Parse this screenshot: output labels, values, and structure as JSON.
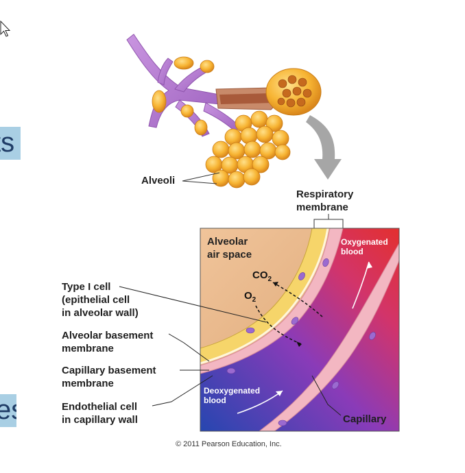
{
  "slide_fragments": {
    "top": "ts",
    "bottom": "es"
  },
  "labels": {
    "alveoli": "Alveoli",
    "respiratory_membrane": "Respiratory\nmembrane",
    "alveolar_air_space": "Alveolar\nair space",
    "oxygenated_blood": "Oxygenated\nblood",
    "deoxygenated_blood": "Deoxygenated\nblood",
    "co2": "CO",
    "co2_sub": "2",
    "o2": "O",
    "o2_sub": "2",
    "type1_cell": "Type I cell\n(epithelial cell\nin alveolar wall)",
    "alveolar_basement": "Alveolar basement\nmembrane",
    "capillary_basement": "Capillary  basement\nmembrane",
    "endothelial_cell": "Endothelial cell\nin capillary wall",
    "capillary": "Capillary"
  },
  "copyright": "© 2011 Pearson Education, Inc.",
  "colors": {
    "bronchiole": "#b57bd0",
    "alveolus": "#f5a623",
    "air_space": "#e8b88a",
    "oxygenated": "#e23a3a",
    "deoxygenated": "#2f56b5",
    "epithelium": "#f6d56a",
    "endothelium": "#f3b7c2"
  }
}
